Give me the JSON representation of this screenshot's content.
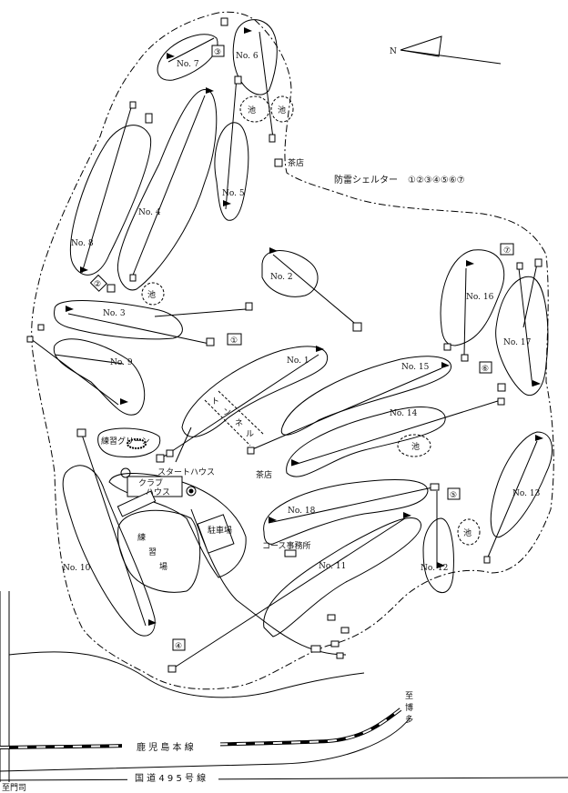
{
  "compass": {
    "north_label": "N"
  },
  "legend": {
    "shelter_label": "防雷シェルター",
    "shelter_numbers": "①②③④⑤⑥⑦"
  },
  "holes": [
    "No. 1",
    "No. 2",
    "No. 3",
    "No. 4",
    "No. 5",
    "No. 6",
    "No. 7",
    "No. 8",
    "No. 9",
    "No. 10",
    "No. 11",
    "No. 12",
    "No. 13",
    "No. 14",
    "No. 15",
    "No. 16",
    "No. 17",
    "No. 18"
  ],
  "shelters": [
    "①",
    "②",
    "③",
    "④",
    "⑤",
    "⑥",
    "⑦"
  ],
  "facilities": {
    "teahouse_north": "茶店",
    "teahouse_south": "茶店",
    "practice_green": "練習グリーン",
    "start_house": "スタートハウス",
    "club_house_1": "クラブ",
    "club_house_2": "ハウス",
    "parking": "駐車場",
    "course_office": "コース事務所",
    "driving_range_1": "練",
    "driving_range_2": "習",
    "driving_range_3": "場",
    "tunnel": [
      "ト",
      "ン",
      "ネ",
      "ル"
    ]
  },
  "ponds": [
    "池",
    "池",
    "池",
    "池",
    "池"
  ],
  "roads": {
    "railway": "鹿 児 島 本 線",
    "highway": "国 道 4 9 5 号 線",
    "to_hakata": [
      "至",
      "博",
      "多"
    ],
    "to_moji": "至門司"
  }
}
